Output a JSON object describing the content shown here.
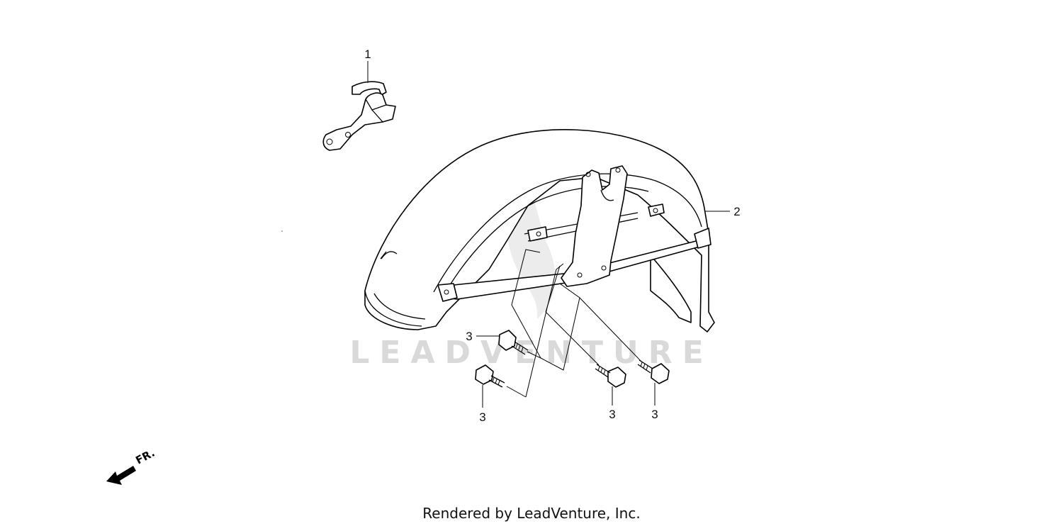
{
  "diagram": {
    "callouts": [
      {
        "id": "1",
        "label": "1"
      },
      {
        "id": "2",
        "label": "2"
      },
      {
        "id": "3a",
        "label": "3"
      },
      {
        "id": "3b",
        "label": "3"
      },
      {
        "id": "3c",
        "label": "3"
      },
      {
        "id": "3d",
        "label": "3"
      }
    ],
    "direction_label": "FR.",
    "watermark": "LEADVENTURE"
  },
  "footer": {
    "text": "Rendered by LeadVenture, Inc."
  }
}
